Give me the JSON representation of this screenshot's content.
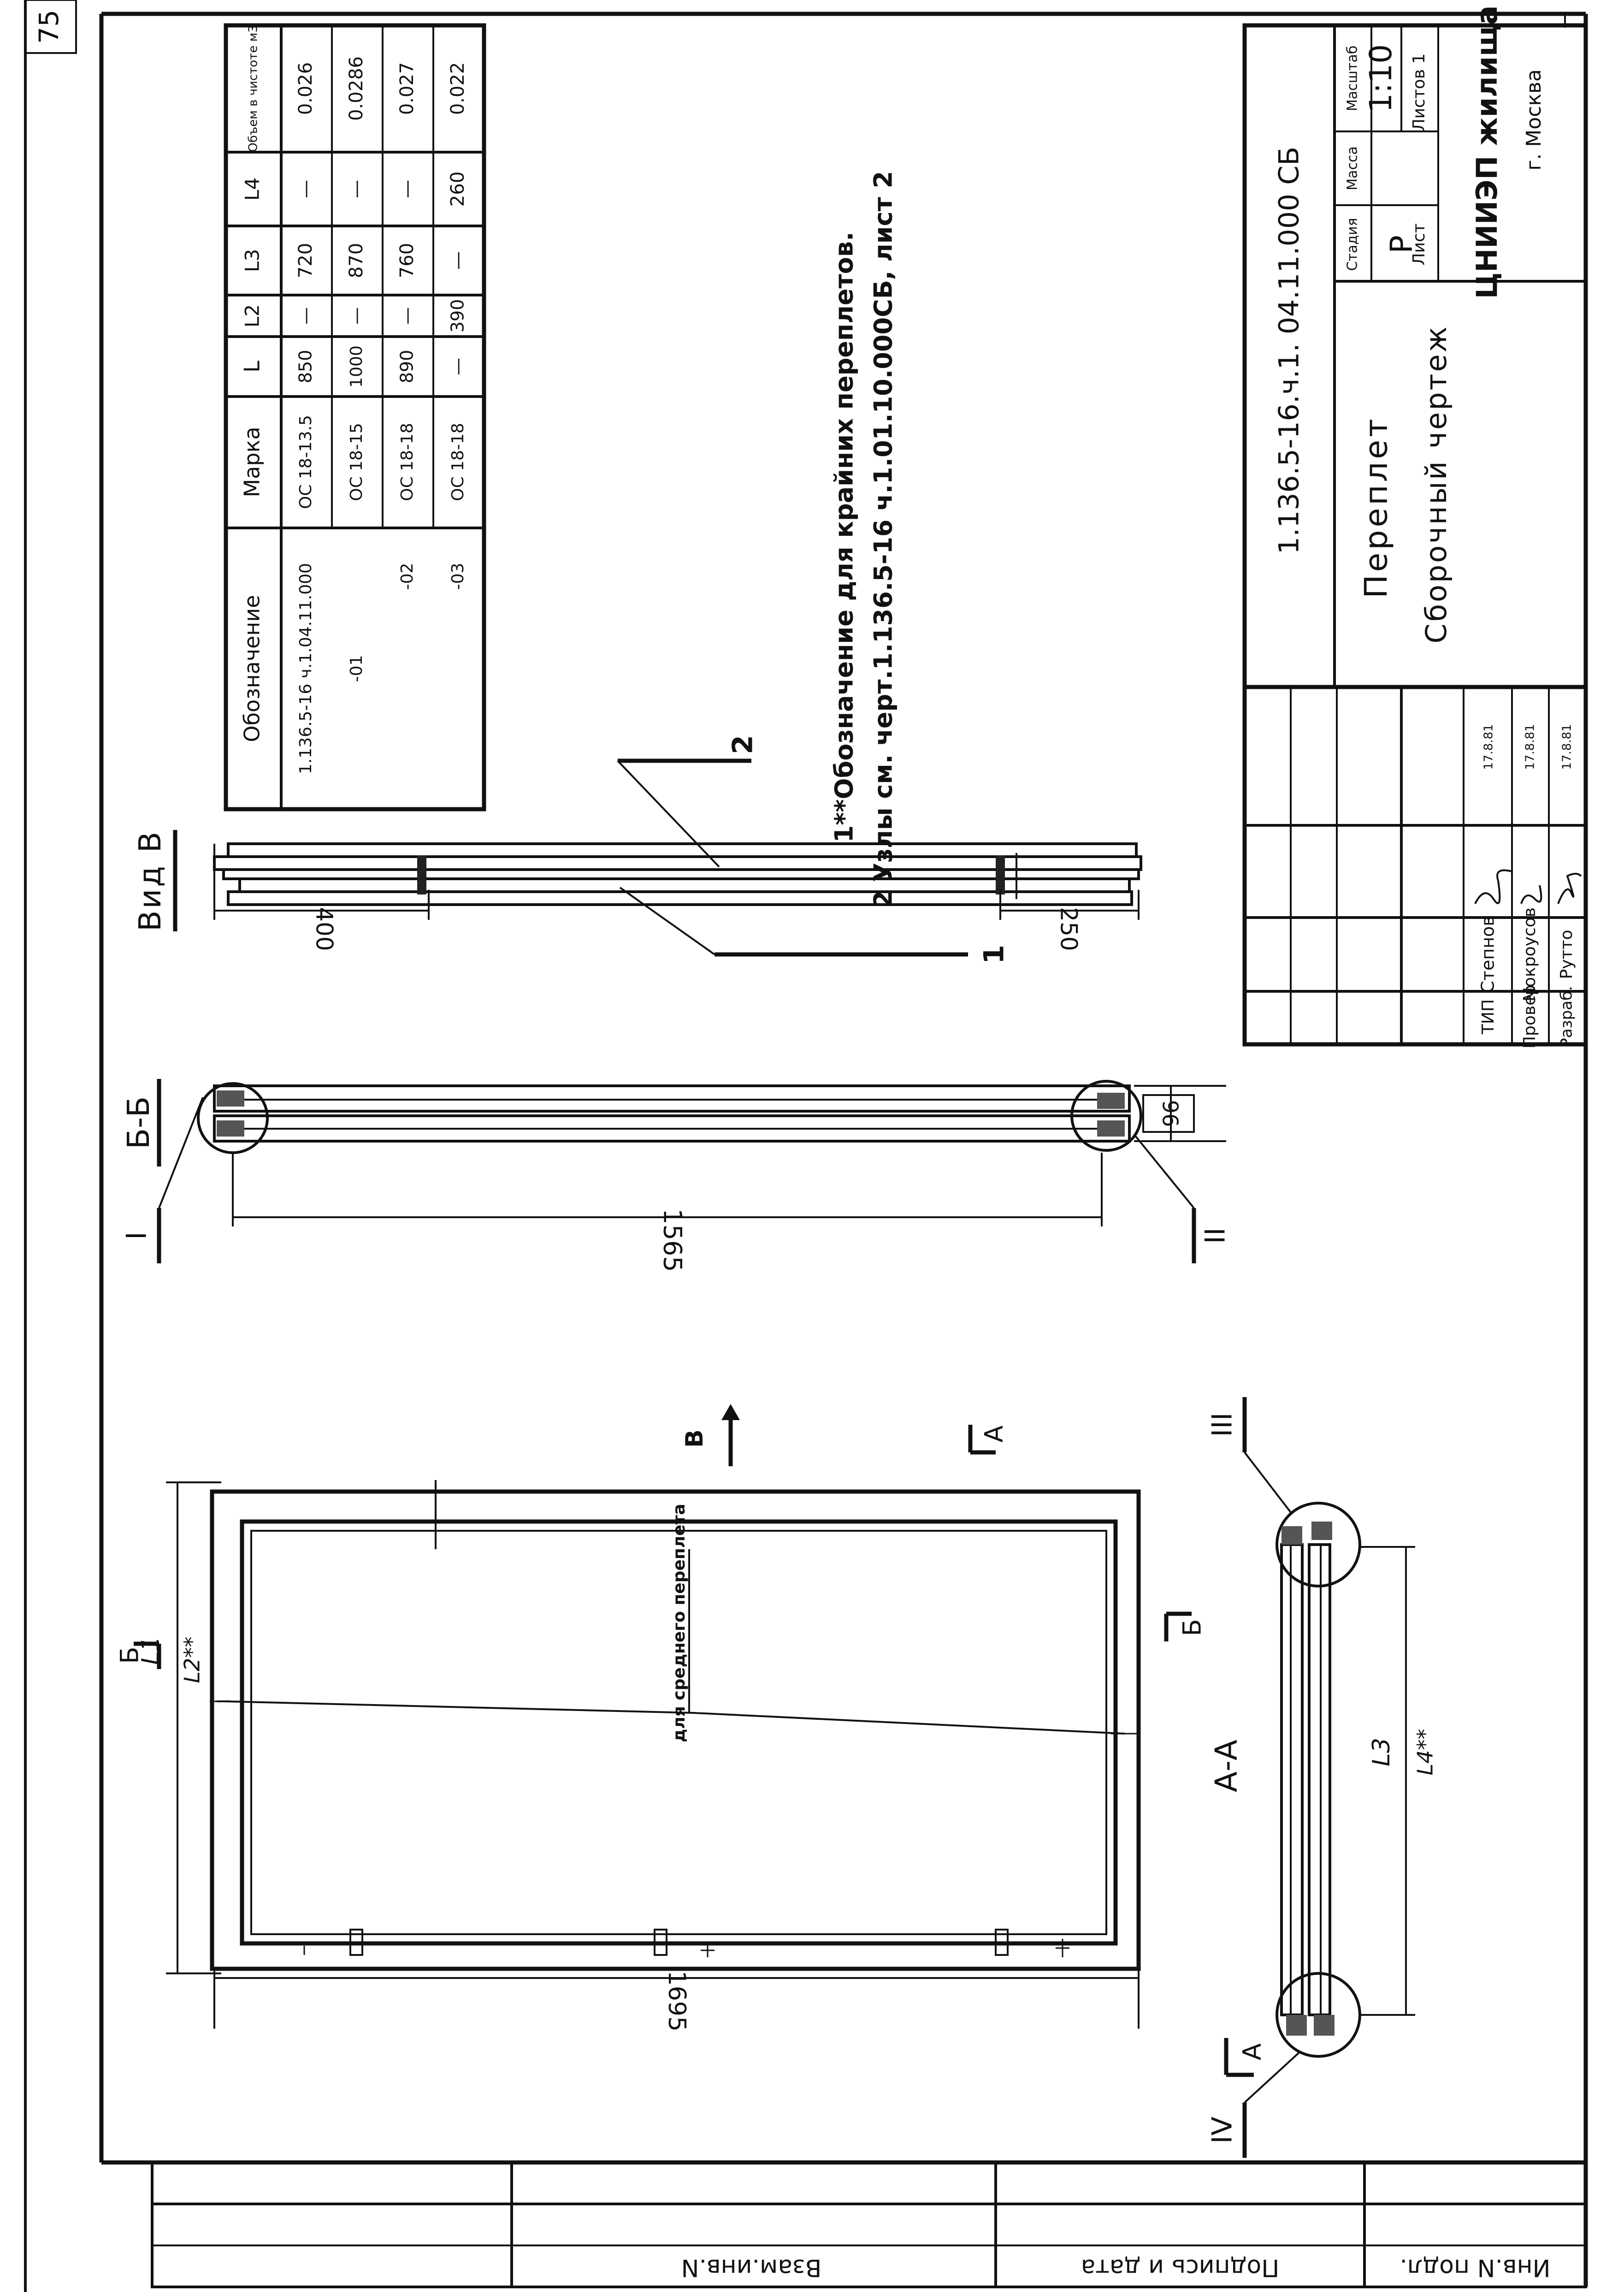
{
  "page": {
    "number": "75"
  },
  "side_stamp": {
    "labels": [
      "Инв.N подл.",
      "Подпись и дата",
      "Взам.инв.N"
    ]
  },
  "spec_table": {
    "headers": [
      "Обозначение",
      "Марка",
      "L",
      "L2",
      "L3",
      "L4",
      "Объем в чистоте м3"
    ],
    "rows": [
      [
        "1.136.5-16 ч.1.04.11.000",
        "ОС 18-13.5",
        "850",
        "—",
        "720",
        "—",
        "0.026"
      ],
      [
        "-01",
        "ОС 18-15",
        "1000",
        "—",
        "870",
        "—",
        "0.0286"
      ],
      [
        "-02",
        "ОС 18-18",
        "890",
        "—",
        "760",
        "—",
        "0.027"
      ],
      [
        "-03",
        "ОС 18-18",
        "—",
        "390",
        "—",
        "260",
        "0.022"
      ]
    ]
  },
  "notes": {
    "line1": "1**Обозначение для крайних переплетов.",
    "line2": "2 Узлы см. черт.1.136.5-16 ч.1.01.10.000СБ, лист 2"
  },
  "views": {
    "view_v": "Вид В",
    "section_bb": "Б-Б",
    "section_aa": "А-А",
    "middle_label": "для среднего переплета",
    "arrow_b": "В",
    "arrow_a": "А",
    "cut_b": "Б",
    "cut_a": "А"
  },
  "dimensions": {
    "d1695": "1695",
    "d1565": "1565",
    "d96": "96",
    "d400": "400",
    "d250": "250",
    "L1": "L1",
    "L2": "L2**",
    "L3": "L3",
    "L4": "L4**"
  },
  "callouts": {
    "c1": "1",
    "c2": "2",
    "nodeI": "I",
    "nodeII": "II",
    "nodeIII": "III",
    "nodeIV": "IV"
  },
  "title_block": {
    "code": "1.136.5-16.ч.1. 04.11.000 СБ",
    "title": "Переплет",
    "subtitle": "Сборочный чертеж",
    "stage_header": "Стадия",
    "mass_header": "Масса",
    "scale_header": "Масштаб",
    "stage": "Р",
    "scale": "1:10",
    "sheet_label": "Лист",
    "sheets_label": "Листов 1",
    "org": "ЦНИИЭП жилища",
    "city": "г. Москва",
    "role1": "ТИП",
    "role2": "Провер",
    "role3": "Разраб.",
    "name1": "Степнов",
    "name2": "Мокроусов",
    "name3": "Рутто",
    "date1": "17.8.81",
    "date2": "17.8.81",
    "date3": "17.8.81"
  }
}
